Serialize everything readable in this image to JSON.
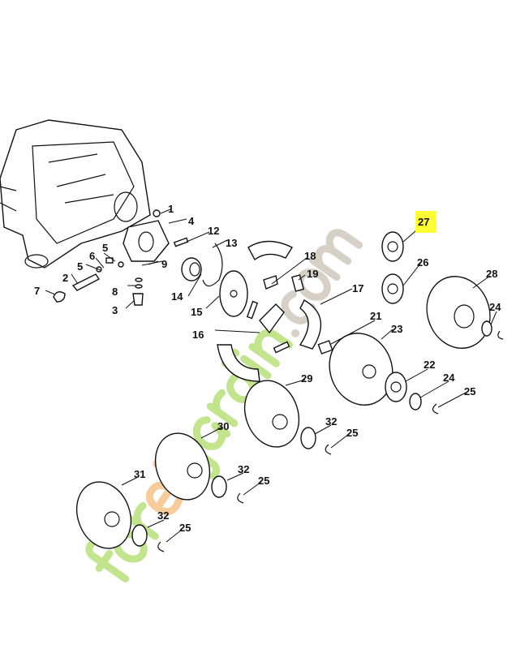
{
  "diagram": {
    "title": "Clutch / sprocket exploded parts diagram",
    "highlighted_part": "27",
    "highlight_color": "#ffff33",
    "callouts": [
      "1",
      "4",
      "12",
      "13",
      "5",
      "6",
      "5",
      "9",
      "2",
      "8",
      "7",
      "3",
      "14",
      "15",
      "18",
      "19",
      "17",
      "16",
      "21",
      "23",
      "27",
      "26",
      "28",
      "24",
      "22",
      "24",
      "25",
      "29",
      "30",
      "32",
      "25",
      "32",
      "25",
      "31",
      "32",
      "25"
    ]
  },
  "watermark": {
    "text": "foret-jardin.com",
    "colors": {
      "green": "#b8e07a",
      "orange": "#f5c48a",
      "grey": "#cfc8bd"
    }
  }
}
